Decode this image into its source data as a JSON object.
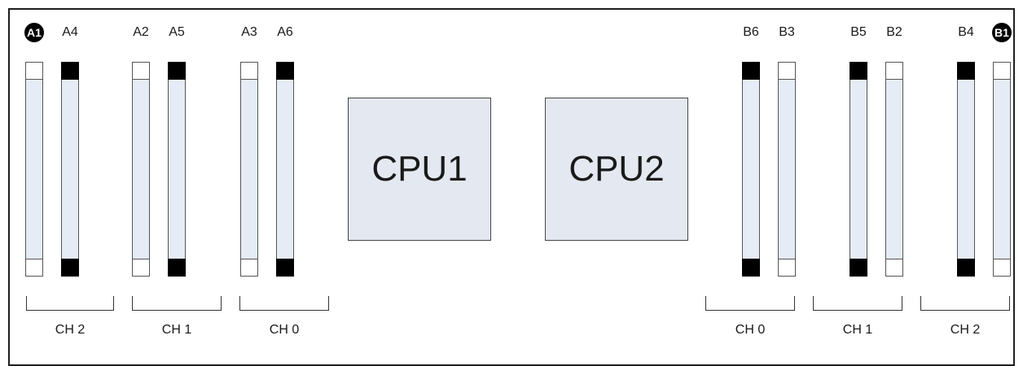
{
  "cpus": [
    {
      "id": "cpu1",
      "label": "CPU1"
    },
    {
      "id": "cpu2",
      "label": "CPU2"
    }
  ],
  "slots": [
    {
      "id": "A1",
      "label": "A1",
      "latch": "white",
      "highlighted": true
    },
    {
      "id": "A4",
      "label": "A4",
      "latch": "black",
      "highlighted": false
    },
    {
      "id": "A2",
      "label": "A2",
      "latch": "white",
      "highlighted": false
    },
    {
      "id": "A5",
      "label": "A5",
      "latch": "black",
      "highlighted": false
    },
    {
      "id": "A3",
      "label": "A3",
      "latch": "white",
      "highlighted": false
    },
    {
      "id": "A6",
      "label": "A6",
      "latch": "black",
      "highlighted": false
    },
    {
      "id": "B6",
      "label": "B6",
      "latch": "black",
      "highlighted": false
    },
    {
      "id": "B3",
      "label": "B3",
      "latch": "white",
      "highlighted": false
    },
    {
      "id": "B5",
      "label": "B5",
      "latch": "black",
      "highlighted": false
    },
    {
      "id": "B2",
      "label": "B2",
      "latch": "white",
      "highlighted": false
    },
    {
      "id": "B4",
      "label": "B4",
      "latch": "black",
      "highlighted": false
    },
    {
      "id": "B1",
      "label": "B1",
      "latch": "white",
      "highlighted": true
    }
  ],
  "channels": [
    {
      "id": "a-ch2",
      "label": "CH 2"
    },
    {
      "id": "a-ch1",
      "label": "CH 1"
    },
    {
      "id": "a-ch0",
      "label": "CH 0"
    },
    {
      "id": "b-ch0",
      "label": "CH 0"
    },
    {
      "id": "b-ch1",
      "label": "CH 1"
    },
    {
      "id": "b-ch2",
      "label": "CH 2"
    }
  ],
  "colors": {
    "dimm_body": "#e6ecf5",
    "cpu_body": "#e4e8f1",
    "latch_black": "#000000",
    "latch_white": "#ffffff"
  }
}
